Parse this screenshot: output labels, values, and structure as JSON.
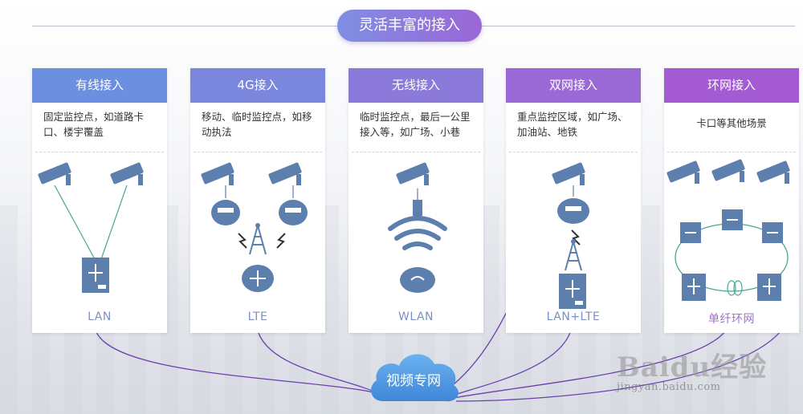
{
  "banner": {
    "title": "灵活丰富的接入"
  },
  "cards": [
    {
      "header": "有线接入",
      "desc": "固定监控点，如道路卡口、楼宇覆盖",
      "label": "LAN",
      "color": "#6d8fe0"
    },
    {
      "header": "4G接入",
      "desc": "移动、临时监控点，如移动执法",
      "label": "LTE",
      "color": "#7a87dd"
    },
    {
      "header": "无线接入",
      "desc": "临时监控点，最后一公里接入等，如广场、小巷",
      "label": "WLAN",
      "color": "#8b7ad9"
    },
    {
      "header": "双网接入",
      "desc": "重点监控区域，如广场、加油站、地铁",
      "label": "LAN+LTE",
      "color": "#9a69d6"
    },
    {
      "header": "环网接入",
      "desc": "卡口等其他场景",
      "label": "单纤环网",
      "color": "#a35ad2"
    }
  ],
  "cloud": {
    "label": "视频专网"
  },
  "watermark": {
    "main": "Baidu经验",
    "sub": "jingyan.baidu.com"
  },
  "colors": {
    "device": "#5c7fae",
    "link_line": "#6a3fb0",
    "wired_line": "#4aa59a"
  }
}
